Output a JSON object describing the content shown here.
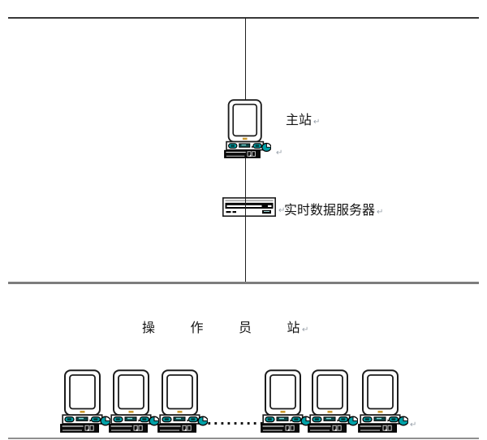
{
  "diagram": {
    "master_station_label": "主站",
    "server_label": "实时数据服务器",
    "operator_station_label": "操作员站",
    "ellipsis": ".........",
    "return_mark": "↵"
  },
  "icons": {
    "workstation": "desktop-computer-with-keyboard-and-mouse",
    "server": "rack-drive-unit"
  },
  "colors": {
    "accent_teal": "#00a0a6",
    "bus_line_dark": "#383838",
    "bus_line_gray": "#7d7d7d",
    "monitor_dot_yellow": "#c9972b"
  }
}
